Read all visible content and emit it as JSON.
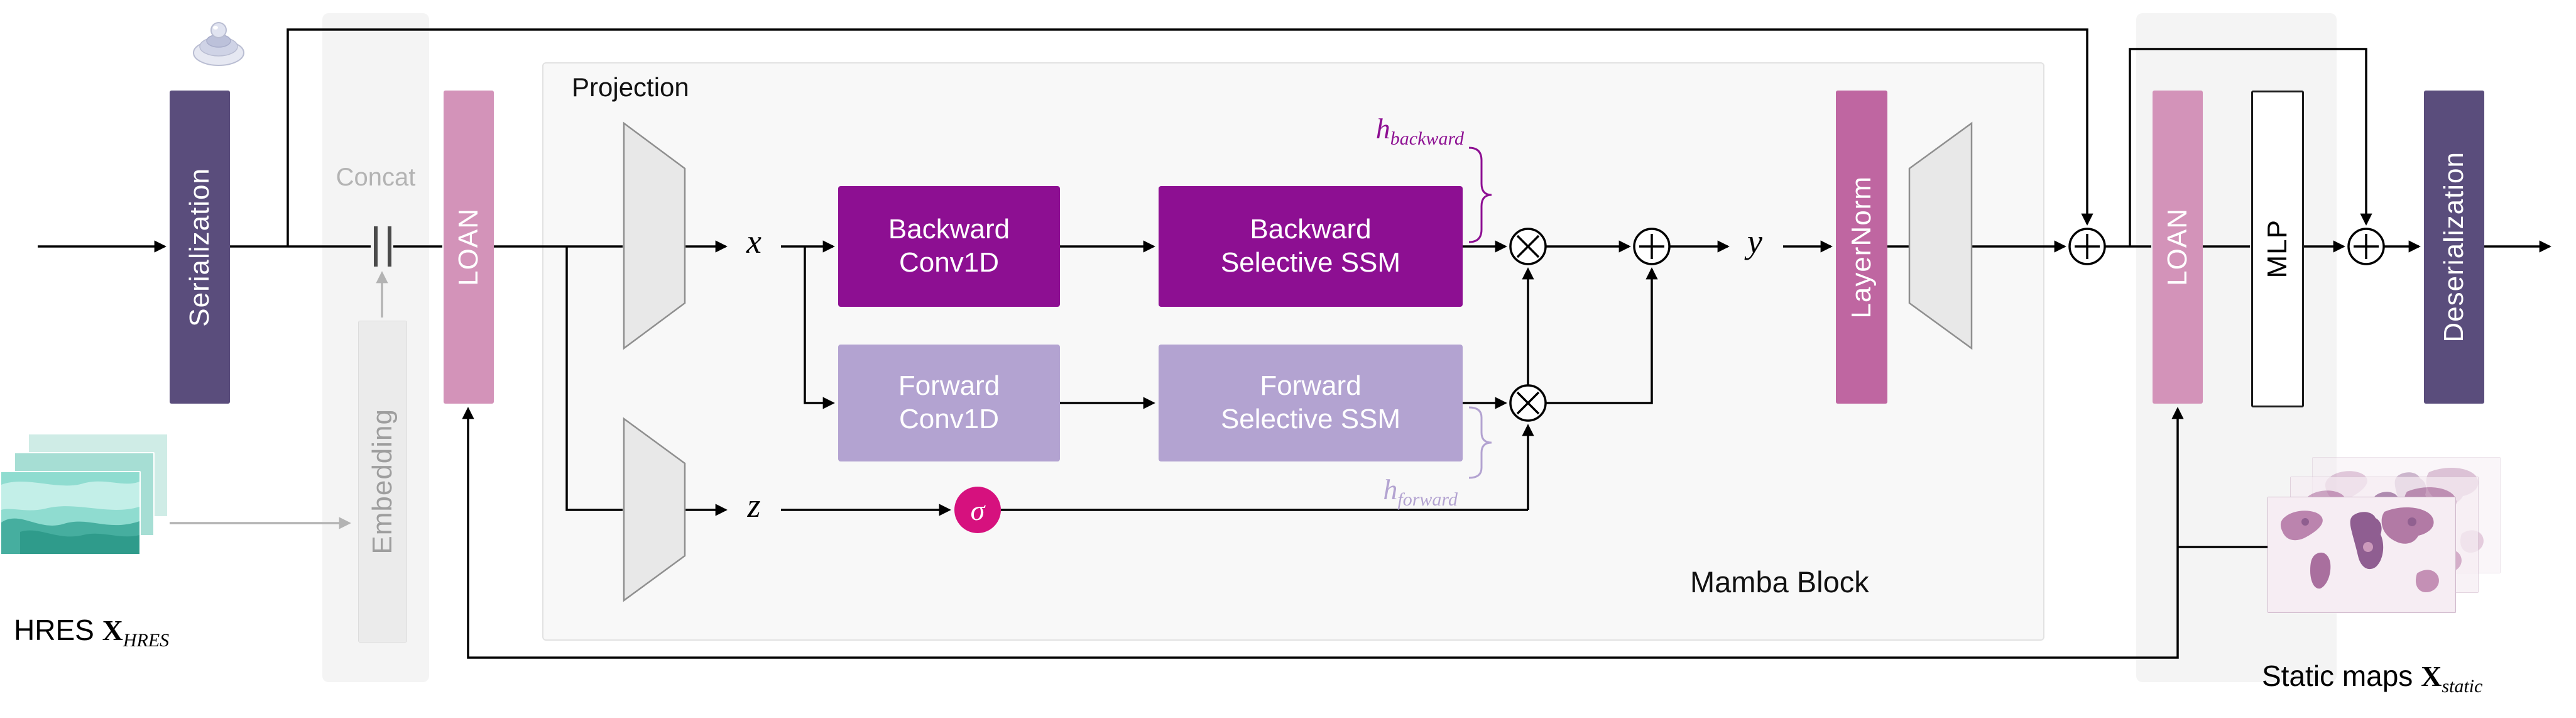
{
  "colors": {
    "serialization": "#5a4d7c",
    "deserialization": "#5a4d7c",
    "loan": "#d393b9",
    "layernorm": "#bf66a1",
    "backward": "#8d0f92",
    "forward": "#b3a3d1",
    "sigma_fill": "#d6117e",
    "embedding_bg": "#ebebeb",
    "embedding_text": "#9e9e9e",
    "mlp_bg": "#ffffff",
    "wire": "#000000",
    "gray_wire": "#b3b3b3",
    "trapezoid_fill": "#e8e8e8"
  },
  "blocks": {
    "serialization": {
      "label": "Serialization"
    },
    "embedding": {
      "label": "Embedding"
    },
    "loan_in": {
      "label": "LOAN"
    },
    "loan_out": {
      "label": "LOAN"
    },
    "layernorm": {
      "label": "LayerNorm"
    },
    "mlp": {
      "label": "MLP"
    },
    "deserialization": {
      "label": "Deserialization"
    },
    "backward_conv": {
      "line1": "Backward",
      "line2": "Conv1D"
    },
    "backward_ssm": {
      "line1": "Backward",
      "line2": "Selective SSM"
    },
    "forward_conv": {
      "line1": "Forward",
      "line2": "Conv1D"
    },
    "forward_ssm": {
      "line1": "Forward",
      "line2": "Selective SSM"
    }
  },
  "annotations": {
    "projection": "Projection",
    "concat": "Concat",
    "mamba_block": "Mamba Block",
    "x": "x",
    "z": "z",
    "y": "y",
    "sigma": "σ",
    "h_backward_base": "h",
    "h_backward_sub": "backward",
    "h_forward_base": "h",
    "h_forward_sub": "forward",
    "hres_prefix": "HRES",
    "hres_var": "X",
    "hres_sub": "HRES",
    "static_prefix": "Static maps",
    "static_var": "X",
    "static_sub": "static"
  }
}
